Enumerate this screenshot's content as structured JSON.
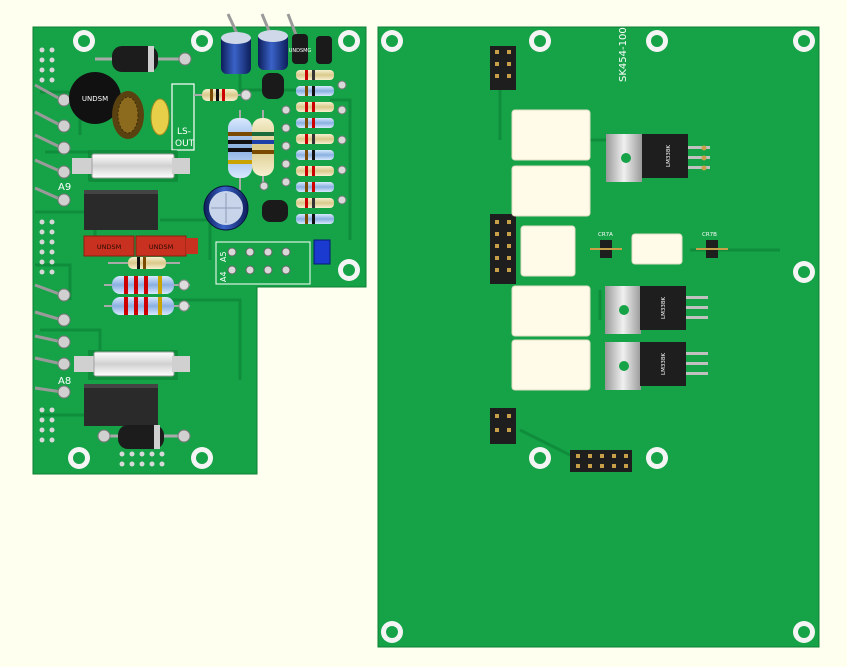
{
  "left_board": {
    "labels": {
      "ls_out": [
        "LS-",
        "OUT"
      ],
      "a9": "A9",
      "a8": "A8",
      "a4": "A4",
      "a5": "A5",
      "relay1": "UNDSM",
      "relay2": "UNDSM",
      "cap_top": "UNDSMG",
      "coil": "UNDSM"
    }
  },
  "right_board": {
    "labels": {
      "part_number": "SK454-100",
      "cr7a": "CR7A",
      "cr7b": "CR7B",
      "ic1": "LM338K",
      "ic2": "LM338K",
      "ic3": "LM338K"
    }
  },
  "colors": {
    "background": "#fffff0",
    "pcb": "#16a348",
    "pcb_dark": "#0c7f34",
    "silkscreen": "#ffffff",
    "relay_red": "#c8311f",
    "transistor_black": "#1e1e1e"
  }
}
